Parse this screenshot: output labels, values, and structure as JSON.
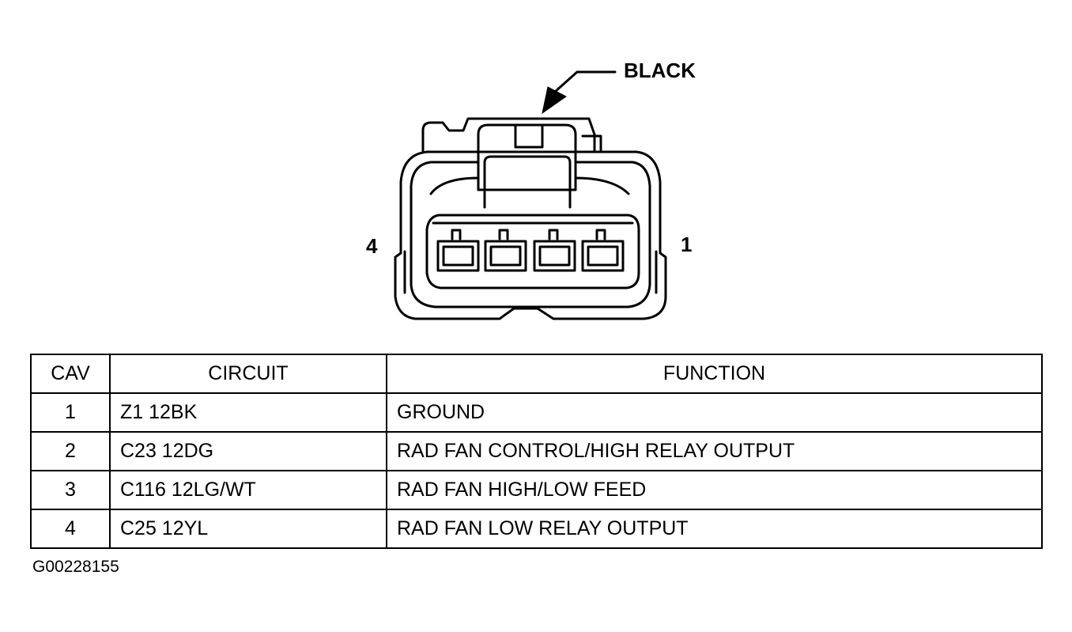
{
  "callout": {
    "color_label": "BLACK"
  },
  "pin_labels": {
    "left": "4",
    "right": "1"
  },
  "table": {
    "headers": {
      "cav": "CAV",
      "circuit": "CIRCUIT",
      "function": "FUNCTION"
    },
    "rows": [
      {
        "cav": "1",
        "circuit": "Z1 12BK",
        "function": "GROUND"
      },
      {
        "cav": "2",
        "circuit": "C23 12DG",
        "function": "RAD FAN CONTROL/HIGH RELAY OUTPUT"
      },
      {
        "cav": "3",
        "circuit": "C116 12LG/WT",
        "function": "RAD FAN HIGH/LOW FEED"
      },
      {
        "cav": "4",
        "circuit": "C25 12YL",
        "function": "RAD FAN LOW RELAY OUTPUT"
      }
    ]
  },
  "figure_id": "G00228155"
}
